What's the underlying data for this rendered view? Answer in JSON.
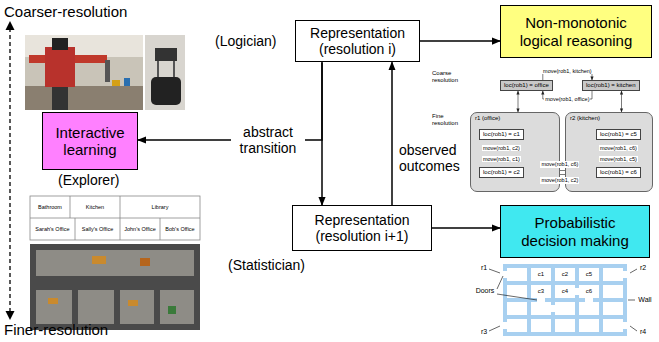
{
  "diagram": {
    "nodes": [
      {
        "text": [
          "Representation (resolution i)"
        ]
      },
      {
        "text": [
          "Non-monotonic logical reasoning"
        ]
      },
      {
        "text": [
          "Interactive learning"
        ]
      },
      {
        "text": [
          "Representation (resolution i+1)"
        ]
      },
      {
        "text": [
          "Probabilistic decision making"
        ]
      },
      {
        "text": [
          "loc(rob1) = office"
        ]
      },
      {
        "text": [
          "loc(rob1) = kitchen"
        ]
      },
      {
        "text": [
          "r1 (office)"
        ]
      },
      {
        "text": [
          "loc(rob1) = c1"
        ],
        "in": 7
      },
      {
        "text": [
          "loc(rob1) = c2"
        ],
        "in": 7
      },
      {
        "text": [
          "r2 (kitchen)"
        ]
      },
      {
        "text": [
          "loc(rob1) = c5"
        ],
        "in": 10
      },
      {
        "text": [
          "loc(rob1) = c6"
        ],
        "in": 10
      }
    ],
    "edges": [
      {
        "from": 0,
        "to": 1,
        "arrow": "to"
      },
      {
        "from": 0,
        "to": 3,
        "arrow": "to"
      },
      {
        "from": 0,
        "to": 2,
        "label": "abstract transition",
        "arrow": "to"
      },
      {
        "from": 3,
        "to": 0,
        "label": "observed outcomes",
        "arrow": "to"
      },
      {
        "from": 3,
        "to": 4,
        "arrow": "to"
      },
      {
        "from": 5,
        "to": 6,
        "label": "move(rob1, kitchen)",
        "arrow": "to"
      },
      {
        "from": 6,
        "to": 5,
        "label": "move(rob1, office)",
        "arrow": "to"
      },
      {
        "from": 7,
        "to": 5,
        "arrow": "both"
      },
      {
        "from": 10,
        "to": 6,
        "arrow": "both"
      },
      {
        "from": 8,
        "to": 9,
        "label": "move(rob1, c2)",
        "arrow": "to"
      },
      {
        "from": 9,
        "to": 8,
        "label": "move(rob1, c1)",
        "arrow": "to"
      },
      {
        "from": 11,
        "to": 12,
        "label": "move(rob1, c6)",
        "arrow": "to"
      },
      {
        "from": 12,
        "to": 11,
        "label": "move(rob1, c5)",
        "arrow": "to"
      },
      {
        "from": 9,
        "to": 12,
        "label": "move(rob1, c6)",
        "arrow": "to"
      },
      {
        "from": 12,
        "to": 9,
        "label": "move(rob1, c2)",
        "arrow": "to"
      }
    ],
    "labels": [
      "(Logician)",
      "(Explorer)",
      "(Statistician)",
      "Coarser-resolution",
      "Finer-resolution",
      "Coarse resolution",
      "Fine resolution",
      "Bathroom",
      "Kitchen",
      "Library",
      "Sarah's Office",
      "Sally's Office",
      "John's Office",
      "Bob's Office",
      "r1",
      "r2",
      "r3",
      "r4",
      "c1",
      "c2",
      "c5",
      "c3",
      "c4",
      "c6",
      "Doors",
      "Wall"
    ]
  }
}
